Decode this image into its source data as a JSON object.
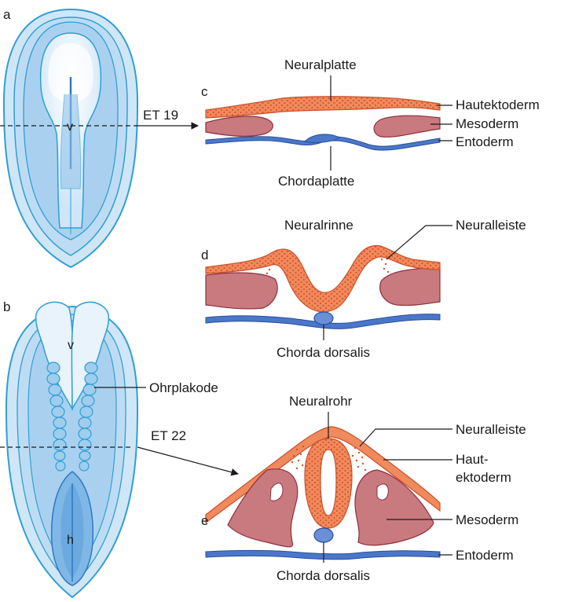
{
  "panels": [
    "a",
    "b",
    "c",
    "d",
    "e"
  ],
  "stages": {
    "early": "ET 19",
    "late": "ET 22"
  },
  "embryo_a": {
    "label_v": "v"
  },
  "embryo_b": {
    "label_v": "v",
    "label_h": "h",
    "ear": "Ohrplakode"
  },
  "section_c": {
    "top": "Neuralplatte",
    "bottom": "Chordaplatte",
    "right": [
      "Hautektoderm",
      "Mesoderm",
      "Entoderm"
    ]
  },
  "section_d": {
    "top": "Neuralrinne",
    "crest": "Neuralleiste",
    "bottom": "Chorda dorsalis"
  },
  "section_e": {
    "top": "Neuralrohr",
    "crest": "Neuralleiste",
    "skin_line1": "Haut-",
    "skin_line2": "ektoderm",
    "meso": "Mesoderm",
    "endo": "Entoderm",
    "bottom": "Chorda dorsalis"
  },
  "colors": {
    "ectoderm": "#f08a5d",
    "ectoderm_dots": "#d9532b",
    "mesoderm": "#c87a7f",
    "mesoderm_edge": "#8e2f3c",
    "endoderm": "#4a77c9",
    "embryo_fill": "#c8e3f6",
    "embryo_edge": "#2f9ed6"
  }
}
